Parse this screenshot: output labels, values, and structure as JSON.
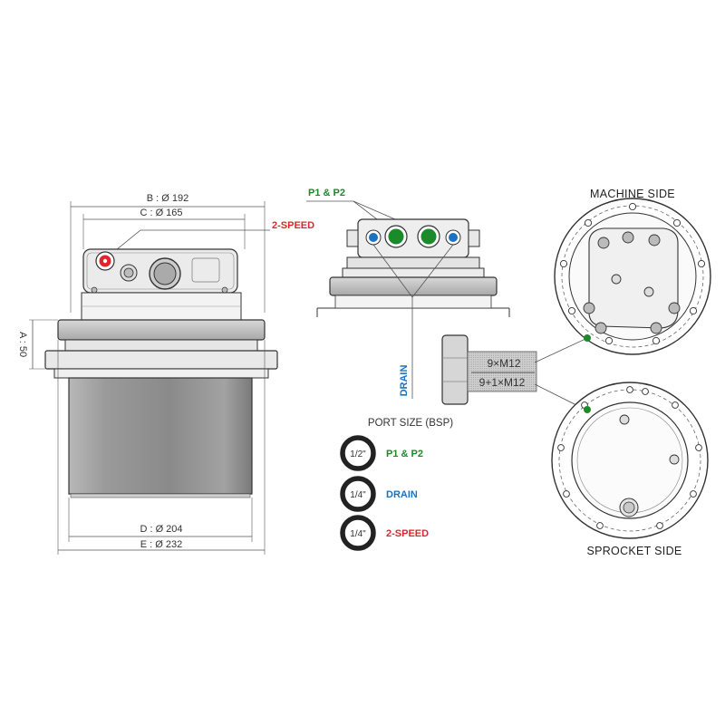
{
  "dimensions": {
    "B": "B : Ø 192",
    "C": "C : Ø 165",
    "A": "A : 50",
    "D": "D : Ø 204",
    "E": "E : Ø 232"
  },
  "port_labels": {
    "p1p2": "P1 & P2",
    "two_speed": "2-SPEED",
    "drain": "DRAIN"
  },
  "bolts": {
    "machine": "9×M12",
    "sprocket": "9+1×M12"
  },
  "views": {
    "machine_side": "MACHINE SIDE",
    "sprocket_side": "SPROCKET SIDE"
  },
  "port_size": {
    "title": "PORT SIZE (BSP)",
    "items": [
      {
        "size": "1/2\"",
        "label": "P1 & P2",
        "color": "#1a8a2a"
      },
      {
        "size": "1/4\"",
        "label": "DRAIN",
        "color": "#1a73c0"
      },
      {
        "size": "1/4\"",
        "label": "2-SPEED",
        "color": "#e0262a"
      }
    ]
  },
  "colors": {
    "green": "#1a8a2a",
    "blue": "#1a73c0",
    "red": "#e0262a"
  }
}
